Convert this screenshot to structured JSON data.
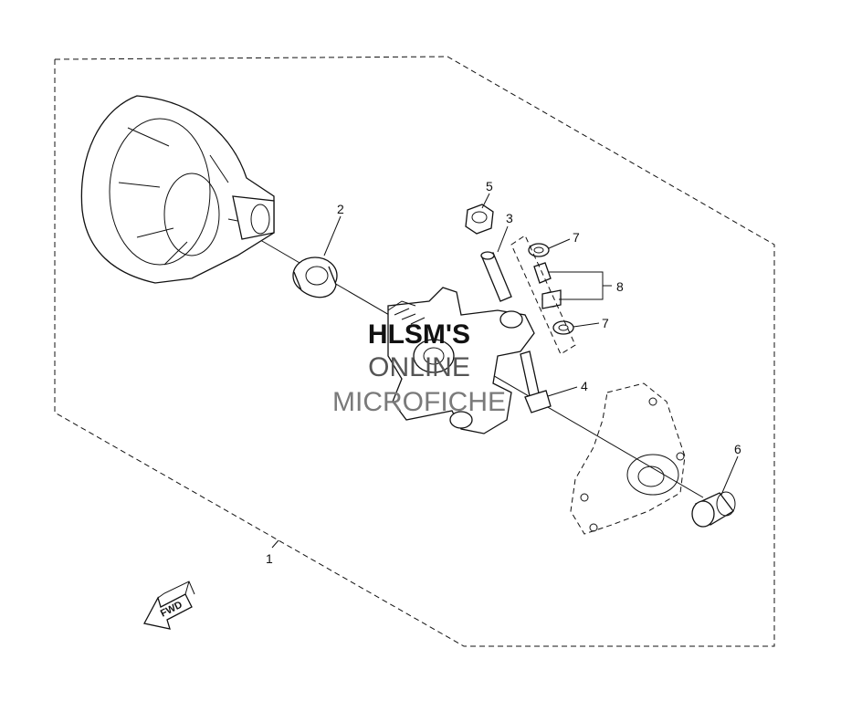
{
  "callouts": {
    "c1": "1",
    "c2": "2",
    "c3": "3",
    "c4": "4",
    "c5": "5",
    "c6": "6",
    "c7a": "7",
    "c7b": "7",
    "c8": "8"
  },
  "watermark": {
    "line1": "HLSM'S",
    "line2": "ONLINE",
    "line3": "MICROFICHE"
  },
  "direction_label": "FWD",
  "icons": [
    "fwd-arrow-icon"
  ]
}
